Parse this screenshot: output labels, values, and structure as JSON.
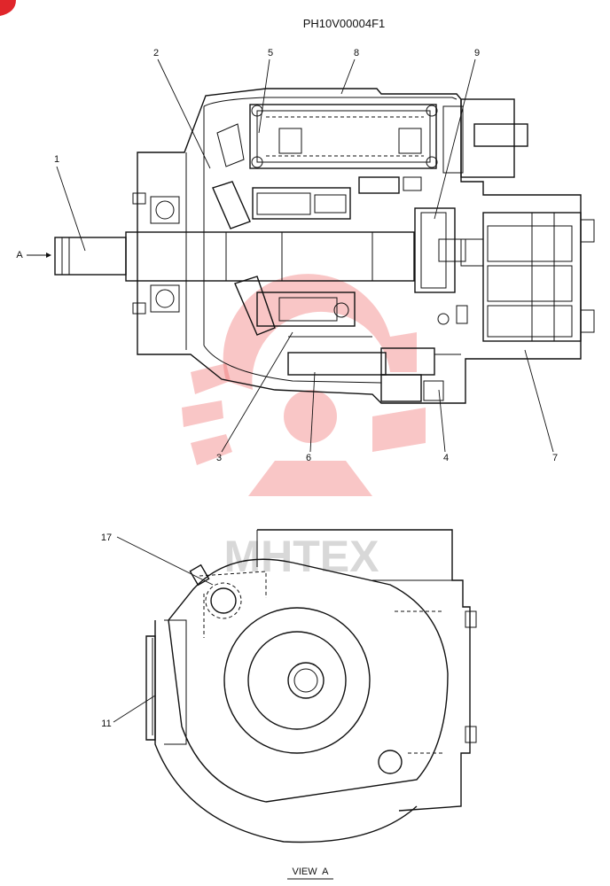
{
  "drawing_code": "PH10V00004F1",
  "view_a_arrow_label": "A",
  "view_label": "VIEW  A",
  "watermark_text": "MHTEX",
  "colors": {
    "ink": "#111111",
    "watermark": "#f06a6a",
    "corner_mark": "#e0262b"
  },
  "part_numbers": {
    "p1": "1",
    "p2": "2",
    "p3": "3",
    "p4": "4",
    "p5": "5",
    "p6": "6",
    "p7": "7",
    "p8": "8",
    "p9": "9",
    "p11": "11",
    "p17": "17"
  }
}
